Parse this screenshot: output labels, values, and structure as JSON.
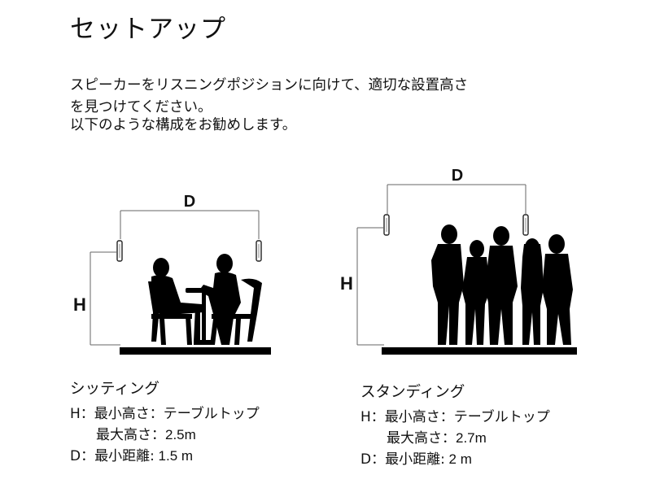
{
  "page": {
    "title": "セットアップ",
    "intro": [
      "スピーカーをリスニングポジションに向けて、適切な設置高さ",
      "を見つけてください。",
      "以下のような構成をお勧めします。"
    ]
  },
  "diagrams": {
    "sitting": {
      "dimension_d": "D",
      "dimension_h": "H"
    },
    "standing": {
      "dimension_d": "D",
      "dimension_h": "H"
    }
  },
  "sitting": {
    "heading": "シッティング",
    "min_height_prefix": "H：最小高さ：",
    "min_height_value": "テーブルトップ",
    "max_height_prefix": "最大高さ：",
    "max_height_value": "2.5m",
    "min_distance_prefix": "D：最小距離:",
    "min_distance_value": " 1.5 m"
  },
  "standing": {
    "heading": "スタンディング",
    "min_height_prefix": "H：最小高さ：",
    "min_height_value": "テーブルトップ",
    "max_height_prefix": "最大高さ：",
    "max_height_value": "2.7m",
    "min_distance_prefix": "D：最小距離:",
    "min_distance_value": " 2 m"
  },
  "colors": {
    "ink": "#111111",
    "silhouette": "#000000",
    "line": "#666666"
  }
}
